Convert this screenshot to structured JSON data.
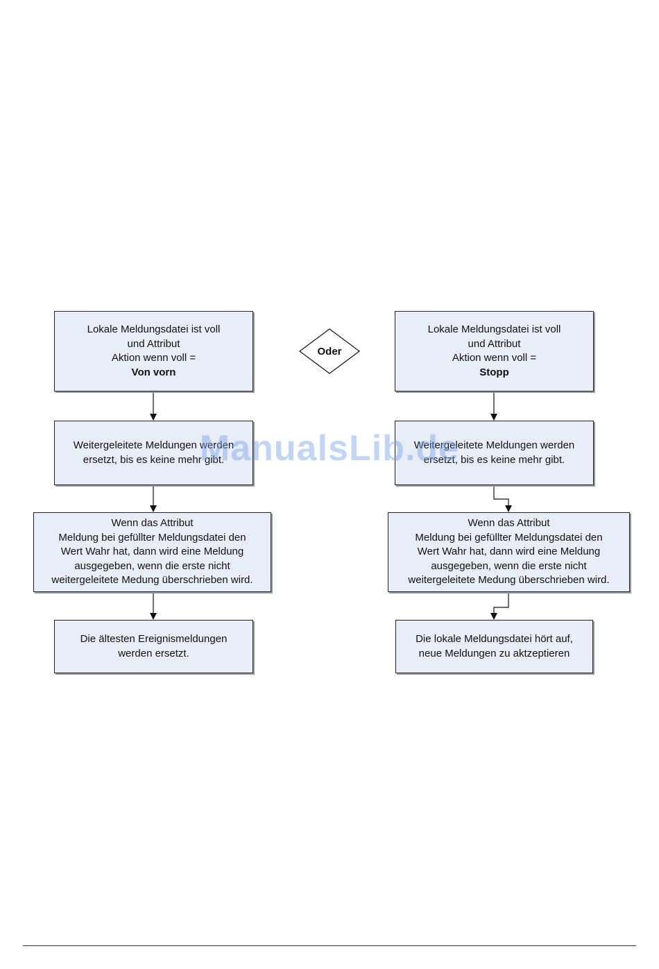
{
  "left_flow": {
    "start": {
      "line1": "Lokale Meldungsdatei ist voll",
      "line2": "und Attribut",
      "line3": "Aktion wenn voll =",
      "line4": "Von vorn"
    },
    "forwarded": {
      "line1": "Weitergeleitete Meldungen werden",
      "line2": "ersetzt, bis es keine mehr gibt."
    },
    "condition": {
      "line1": "Wenn das Attribut",
      "line2": "Meldung bei gefüllter Meldungsdatei den",
      "line3": "Wert Wahr hat, dann wird eine Meldung",
      "line4": "ausgegeben, wenn die erste nicht",
      "line5": "weitergeleitete Medung überschrieben wird."
    },
    "result": {
      "line1": "Die ältesten Ereignismeldungen",
      "line2": "werden ersetzt."
    }
  },
  "connector": {
    "label": "Oder"
  },
  "right_flow": {
    "start": {
      "line1": "Lokale Meldungsdatei ist voll",
      "line2": "und Attribut",
      "line3": "Aktion wenn voll =",
      "line4": "Stopp"
    },
    "forwarded": {
      "line1": "Weitergeleitete Meldungen werden",
      "line2": "ersetzt, bis es keine mehr gibt."
    },
    "condition": {
      "line1": "Wenn das Attribut",
      "line2": "Meldung bei gefüllter Meldungsdatei den",
      "line3": "Wert Wahr hat, dann wird eine Meldung",
      "line4": "ausgegeben, wenn die erste nicht",
      "line5": "weitergeleitete Medung überschrieben wird."
    },
    "result": {
      "line1": "Die lokale Meldungsdatei hört auf,",
      "line2": "neue Meldungen zu aktzeptieren"
    }
  },
  "watermark": {
    "text": "ManualsLib.de"
  },
  "colors": {
    "box_fill": "#e8edf8",
    "border": "#222222",
    "watermark": "#78a5e6"
  }
}
